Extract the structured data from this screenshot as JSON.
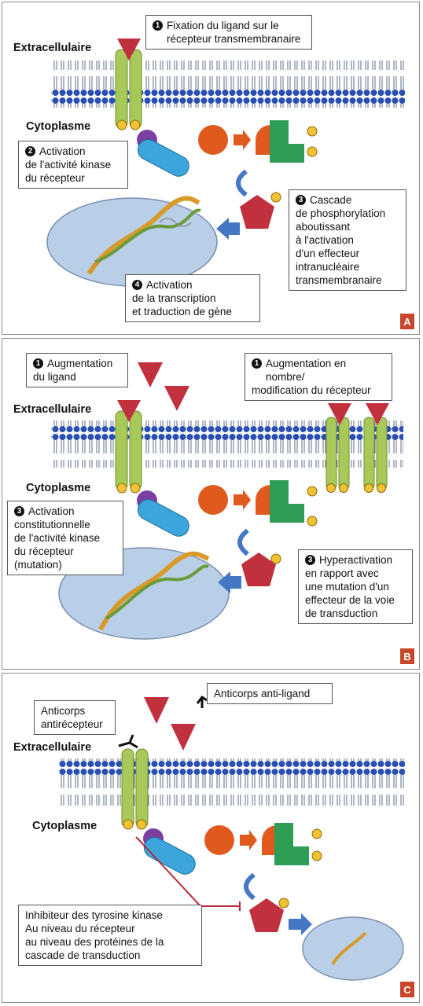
{
  "labels": {
    "extracellular": "Extracellulaire",
    "cytoplasm": "Cytoplasme"
  },
  "panelA": {
    "letter": "A",
    "step1": {
      "num": "1",
      "lines": [
        "Fixation du ligand sur le",
        "récepteur transmembranaire"
      ]
    },
    "step2": {
      "num": "2",
      "lines": [
        "Activation",
        "de l'activité kinase",
        "du récepteur"
      ]
    },
    "step3": {
      "num": "3",
      "lines": [
        "Cascade",
        "de phosphorylation",
        "aboutissant",
        "à l'activation",
        "d'un effecteur",
        "intranucléaire",
        "transmembranaire"
      ]
    },
    "step4": {
      "num": "4",
      "lines": [
        "Activation",
        "de la transcription",
        "et traduction de gène"
      ]
    }
  },
  "panelB": {
    "letter": "B",
    "step1a": {
      "num": "1",
      "lines": [
        "Augmentation",
        "du ligand"
      ]
    },
    "step1b": {
      "num": "1",
      "lines": [
        "Augmentation en nombre/",
        "modification du récepteur"
      ]
    },
    "step3a": {
      "num": "3",
      "lines": [
        "Activation",
        "constitutionnelle",
        "de l'activité kinase",
        "du récepteur",
        "(mutation)"
      ]
    },
    "step3b": {
      "num": "3",
      "lines": [
        "Hyperactivation",
        "en rapport avec",
        "une mutation d'un",
        "effecteur de la voie",
        "de transduction"
      ]
    }
  },
  "panelC": {
    "letter": "C",
    "antibody_receptor": [
      "Anticorps",
      "antirécepteur"
    ],
    "antibody_ligand": "Anticorps anti-ligand",
    "inhibitor": [
      "Inhibiteur des tyrosine kinase",
      "Au niveau du récepteur",
      "au niveau des protéines de la",
      "cascade de transduction"
    ]
  },
  "colors": {
    "membrane_head": "#2a4fb0",
    "receptor": "#a9c85a",
    "ligand": "#c0303d",
    "sos": "#3ca6dc",
    "orange": "#e05a1e",
    "green": "#2e9e54",
    "nucleus": "#b9cfe8",
    "arrow": "#4478c4",
    "inhibitor_line": "#b52a36"
  }
}
